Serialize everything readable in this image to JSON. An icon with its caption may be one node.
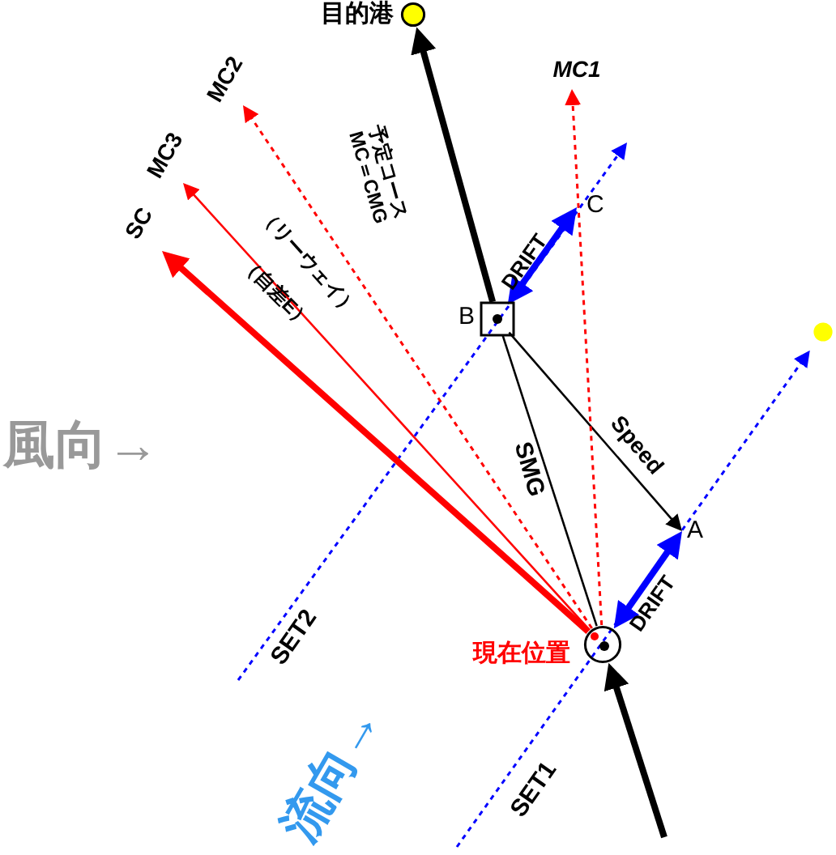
{
  "diagram": {
    "nodes": [
      {
        "text": [],
        "shape": "circle",
        "beside": [
          "目的港"
        ]
      },
      {
        "text": [],
        "shape": "circle",
        "beside": [
          "現在位置"
        ]
      },
      {
        "text": [],
        "shape": "box",
        "beside": [
          "B"
        ]
      },
      {
        "text": [
          "A"
        ]
      },
      {
        "text": [
          "C"
        ]
      },
      {
        "text": [],
        "shape": "circle"
      },
      {
        "text": [
          "SC"
        ]
      },
      {
        "text": [
          "MC3"
        ]
      },
      {
        "text": [
          "MC2"
        ]
      },
      {
        "text": [
          "MC1"
        ]
      }
    ],
    "edges": [
      {
        "from": null,
        "to": 1,
        "arrow": "to",
        "style": "thick"
      },
      {
        "from": 2,
        "to": 0,
        "arrow": "to",
        "style": "thick",
        "label": "予定コース MC＝CMG"
      },
      {
        "from": 1,
        "to": 2,
        "arrow": "none",
        "label": "SMG"
      },
      {
        "from": 2,
        "to": 3,
        "arrow": "to",
        "label": "Speed"
      },
      {
        "from": 1,
        "to": 3,
        "arrow": "both",
        "style": "thick",
        "color": "#0000ff",
        "label": "DRIFT"
      },
      {
        "from": 2,
        "to": 4,
        "arrow": "both",
        "style": "thick",
        "color": "#0000ff",
        "label": "DRIFT"
      },
      {
        "from": null,
        "to": 5,
        "arrow": "to",
        "style": "dashed",
        "color": "#0000ff",
        "label": "SET1"
      },
      {
        "from": 1,
        "to": 6,
        "arrow": "to",
        "style": "thick",
        "color": "#ff0000"
      },
      {
        "from": 1,
        "to": 7,
        "arrow": "to",
        "color": "#ff0000"
      },
      {
        "from": 1,
        "to": 8,
        "arrow": "to",
        "style": "dashed",
        "color": "#ff0000"
      },
      {
        "from": 1,
        "to": 9,
        "arrow": "to",
        "style": "dashed",
        "color": "#ff0000"
      }
    ],
    "labels": [
      "（リーウェイ）",
      "（自差E）",
      "SET2",
      "風向→",
      "流向→"
    ]
  }
}
